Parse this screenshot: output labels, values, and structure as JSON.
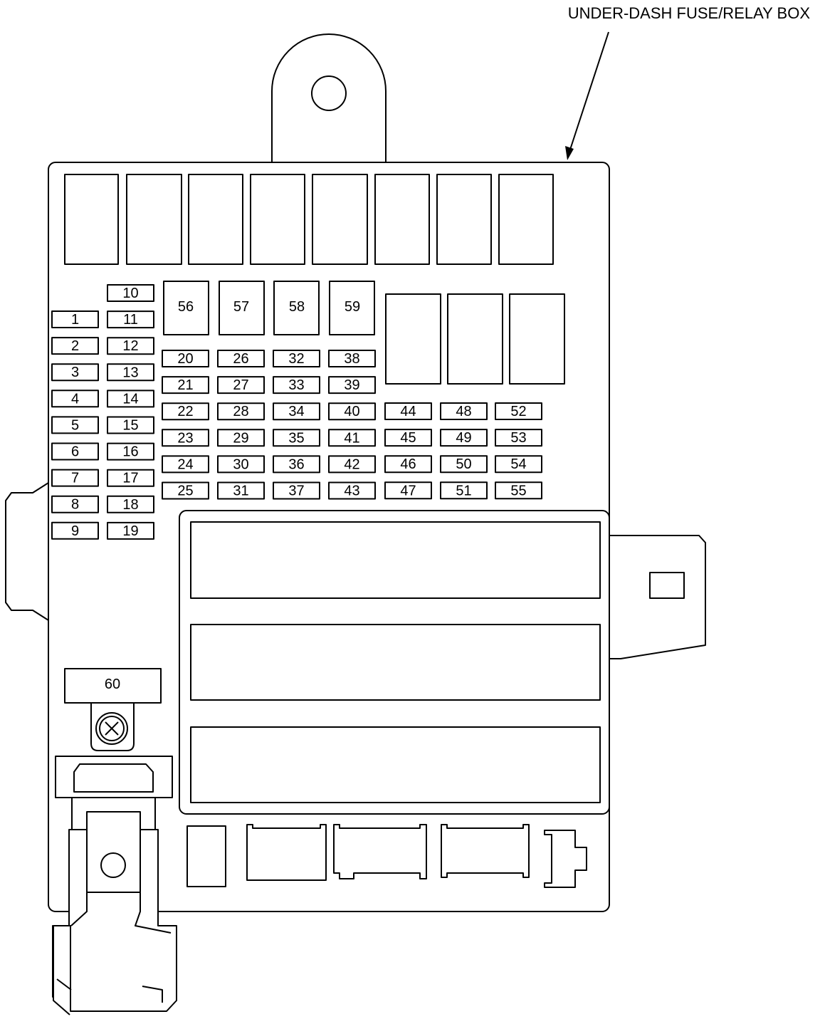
{
  "title": "UNDER-DASH FUSE/RELAY BOX",
  "fuse_labels": [
    "1",
    "2",
    "3",
    "4",
    "5",
    "6",
    "7",
    "8",
    "9",
    "10",
    "11",
    "12",
    "13",
    "14",
    "15",
    "16",
    "17",
    "18",
    "19",
    "20",
    "21",
    "22",
    "23",
    "24",
    "25",
    "26",
    "27",
    "28",
    "29",
    "30",
    "31",
    "32",
    "33",
    "34",
    "35",
    "36",
    "37",
    "38",
    "39",
    "40",
    "41",
    "42",
    "43",
    "44",
    "45",
    "46",
    "47",
    "48",
    "49",
    "50",
    "51",
    "52",
    "53",
    "54",
    "55",
    "56",
    "57",
    "58",
    "59",
    "60"
  ]
}
